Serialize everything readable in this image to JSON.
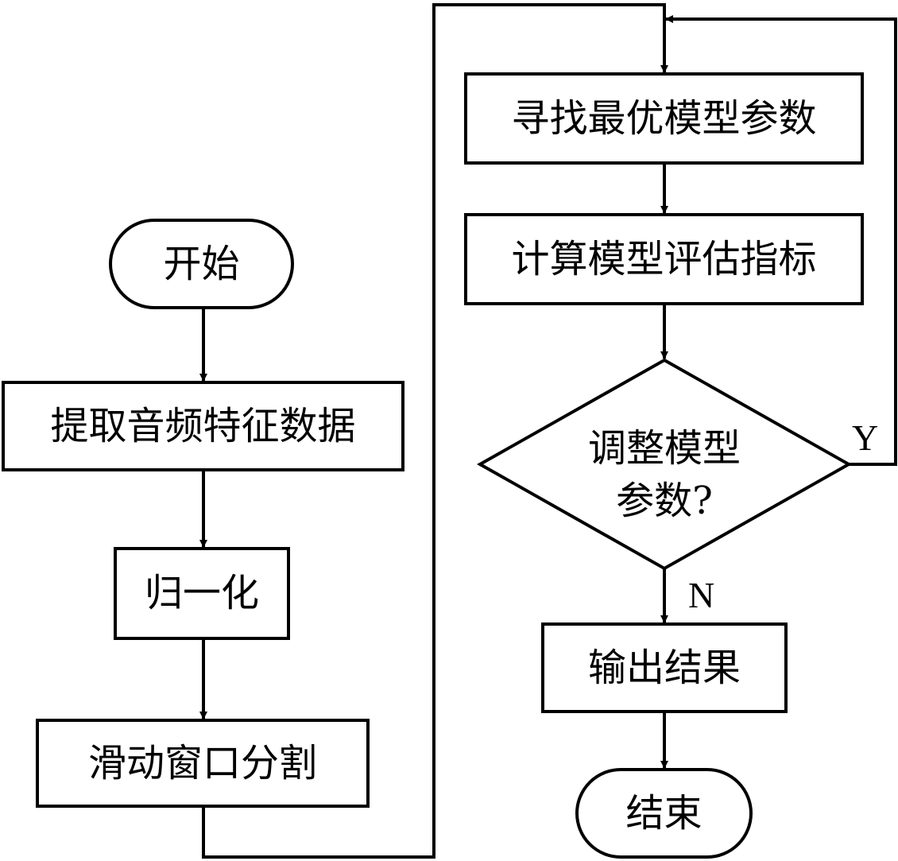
{
  "nodes": {
    "start": "开始",
    "extract": "提取音频特征数据",
    "normalize": "归一化",
    "window": "滑动窗口分割",
    "search": "寻找最优模型参数",
    "evaluate": "计算模型评估指标",
    "decision_line1": "调整模型",
    "decision_line2": "参数?",
    "output": "输出结果",
    "end": "结束"
  },
  "edges": {
    "yes": "Y",
    "no": "N"
  }
}
